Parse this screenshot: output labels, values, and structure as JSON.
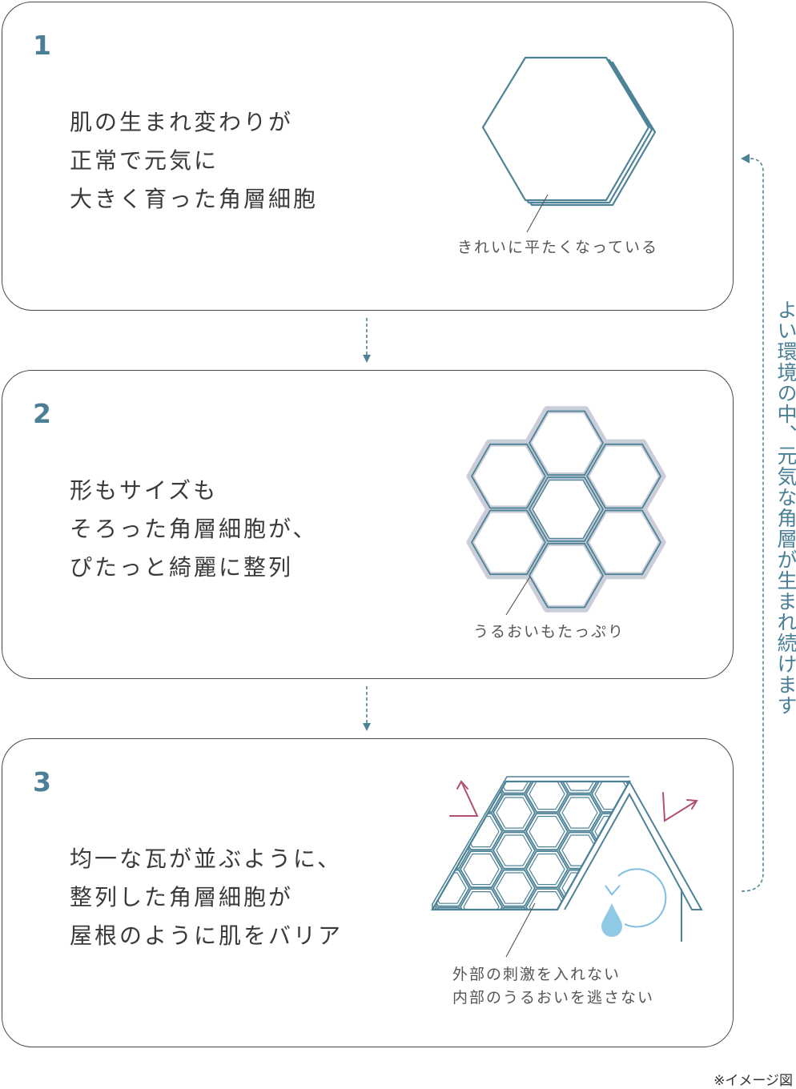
{
  "steps": [
    {
      "number": "1",
      "lines": [
        "肌の生まれ変わりが",
        "正常で元気に",
        "大きく育った角層細胞"
      ],
      "caption": [
        "きれいに平たくなっている"
      ]
    },
    {
      "number": "2",
      "lines": [
        "形もサイズも",
        "そろった角層細胞が、",
        "ぴたっと綺麗に整列"
      ],
      "caption": [
        "うるおいもたっぷり"
      ]
    },
    {
      "number": "3",
      "lines": [
        "均一な瓦が並ぶように、",
        "整列した角層細胞が",
        "屋根のように肌をバリア"
      ],
      "caption": [
        "外部の刺激を入れない",
        "内部のうるおいを逃さない"
      ]
    }
  ],
  "side_label": "よい環境の中、元気な角層が生まれ続けます",
  "note": "※イメージ図",
  "colors": {
    "accent": "#4b7f95",
    "hex_stroke": "#4e8397",
    "shadow": "#c9ced8",
    "arrow_out": "#b04f70",
    "water": "#8fc9e6",
    "cycle": "#7fbfe3",
    "border": "#4a4a4a"
  },
  "icons": [
    "hexagon-cell-icon",
    "hexagon-cluster-icon",
    "roof-barrier-icon",
    "water-drop-icon",
    "cycle-arrow-icon"
  ]
}
